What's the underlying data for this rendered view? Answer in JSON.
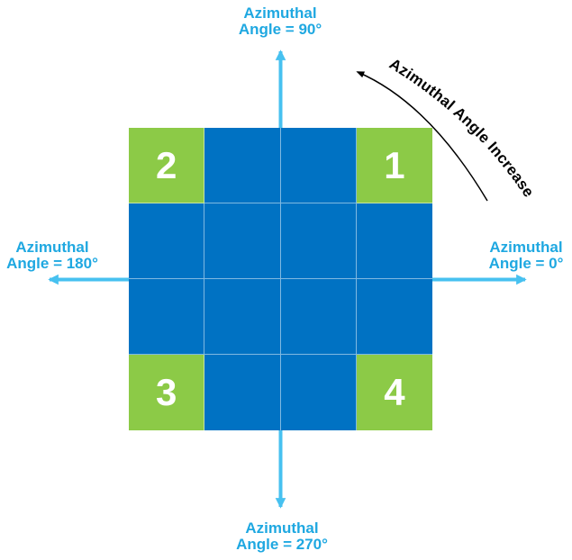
{
  "colors": {
    "cell_blue": "#0072C3",
    "cell_green": "#8CCA47",
    "arrow_cyan": "#47C1F0",
    "label_cyan": "#1FA8E1",
    "annotation_black": "#000000",
    "cell_number_white": "#FFFFFF",
    "grid_line": "rgba(255,255,255,0.5)"
  },
  "axis_labels": {
    "top": {
      "line1": "Azimuthal",
      "line2": "Angle = 90°"
    },
    "right": {
      "line1": "Azimuthal",
      "line2": "Angle = 0°"
    },
    "left": {
      "line1": "Azimuthal",
      "line2": "Angle = 180°"
    },
    "bottom": {
      "line1": "Azimuthal",
      "line2": "Angle = 270°"
    }
  },
  "curved_annotation": {
    "text": "Azimuthal Angle Increase",
    "direction": "counterclockwise"
  },
  "grid": {
    "rows": 4,
    "cols": 4,
    "cells": [
      {
        "color": "green",
        "label": "2"
      },
      {
        "color": "blue",
        "label": ""
      },
      {
        "color": "blue",
        "label": ""
      },
      {
        "color": "green",
        "label": "1"
      },
      {
        "color": "blue",
        "label": ""
      },
      {
        "color": "blue",
        "label": ""
      },
      {
        "color": "blue",
        "label": ""
      },
      {
        "color": "blue",
        "label": ""
      },
      {
        "color": "blue",
        "label": ""
      },
      {
        "color": "blue",
        "label": ""
      },
      {
        "color": "blue",
        "label": ""
      },
      {
        "color": "blue",
        "label": ""
      },
      {
        "color": "green",
        "label": "3"
      },
      {
        "color": "blue",
        "label": ""
      },
      {
        "color": "blue",
        "label": ""
      },
      {
        "color": "green",
        "label": "4"
      }
    ]
  }
}
